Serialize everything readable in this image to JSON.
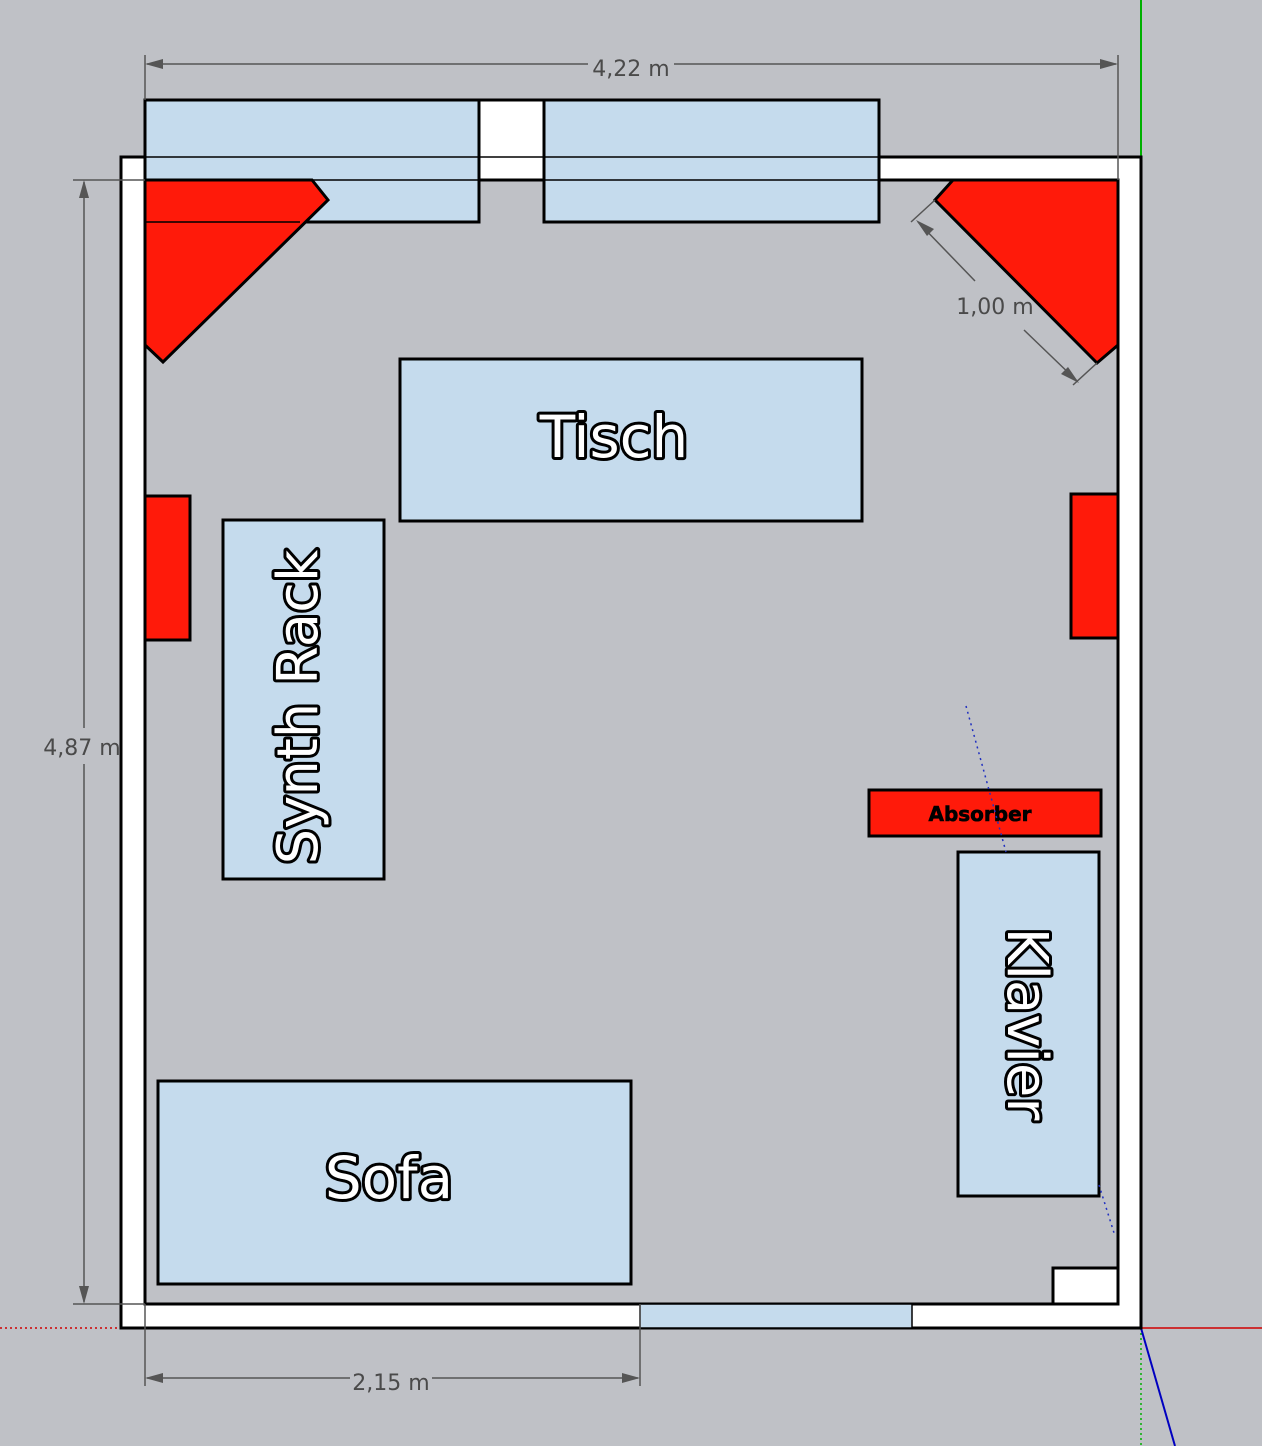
{
  "dimensions": {
    "width_total": "4,22 m",
    "height_total": "4,87 m",
    "bottom_segment": "2,15 m",
    "corner_diagonal": "1,00 m"
  },
  "furniture": {
    "table": "Tisch",
    "synth_rack": "Synth Rack",
    "sofa": "Sofa",
    "piano": "Klavier",
    "absorber": "Absorber"
  },
  "colors": {
    "background": "#bfc1c6",
    "furniture_fill": "#c5dbed",
    "absorber_red": "#ff1a0a",
    "wall": "#ffffff",
    "axis_green": "#00b000",
    "axis_red": "#d00000",
    "axis_blue": "#0000c0"
  }
}
